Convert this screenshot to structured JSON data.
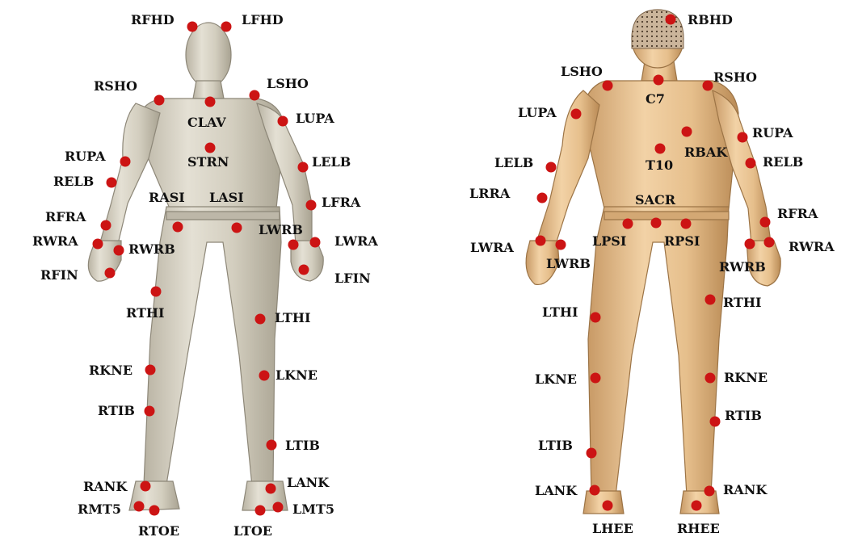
{
  "colors": {
    "background": "#ffffff",
    "marker": "#cc1414",
    "label": "#111111",
    "front_body": "#d6d1c3",
    "back_body": "#e3b985"
  },
  "figures": [
    {
      "view": "front",
      "markers": [
        {
          "label": "RFHD"
        },
        {
          "label": "LFHD"
        },
        {
          "label": "RSHO"
        },
        {
          "label": "LSHO"
        },
        {
          "label": "CLAV"
        },
        {
          "label": "LUPA"
        },
        {
          "label": "STRN"
        },
        {
          "label": "RUPA"
        },
        {
          "label": "LELB"
        },
        {
          "label": "RELB"
        },
        {
          "label": "RASI"
        },
        {
          "label": "LASI"
        },
        {
          "label": "LFRA"
        },
        {
          "label": "RFRA"
        },
        {
          "label": "LWRB"
        },
        {
          "label": "RWRA"
        },
        {
          "label": "RWRB"
        },
        {
          "label": "LWRA"
        },
        {
          "label": "RFIN"
        },
        {
          "label": "LFIN"
        },
        {
          "label": "RTHI"
        },
        {
          "label": "LTHI"
        },
        {
          "label": "RKNE"
        },
        {
          "label": "LKNE"
        },
        {
          "label": "RTIB"
        },
        {
          "label": "LTIB"
        },
        {
          "label": "RANK"
        },
        {
          "label": "LANK"
        },
        {
          "label": "RMT5"
        },
        {
          "label": "LMT5"
        },
        {
          "label": "RTOE"
        },
        {
          "label": "LTOE"
        }
      ]
    },
    {
      "view": "back",
      "markers": [
        {
          "label": "RBHD"
        },
        {
          "label": "LSHO"
        },
        {
          "label": "RSHO"
        },
        {
          "label": "C7"
        },
        {
          "label": "LUPA"
        },
        {
          "label": "RUPA"
        },
        {
          "label": "RBAK"
        },
        {
          "label": "T10"
        },
        {
          "label": "LELB"
        },
        {
          "label": "RELB"
        },
        {
          "label": "LRRA"
        },
        {
          "label": "SACR"
        },
        {
          "label": "RFRA"
        },
        {
          "label": "LWRA"
        },
        {
          "label": "LPSI"
        },
        {
          "label": "RPSI"
        },
        {
          "label": "RWRA"
        },
        {
          "label": "LWRB"
        },
        {
          "label": "RWRB"
        },
        {
          "label": "RTHI"
        },
        {
          "label": "LTHI"
        },
        {
          "label": "LKNE"
        },
        {
          "label": "RKNE"
        },
        {
          "label": "RTIB"
        },
        {
          "label": "LTIB"
        },
        {
          "label": "LANK"
        },
        {
          "label": "RANK"
        },
        {
          "label": "LHEE"
        },
        {
          "label": "RHEE"
        }
      ]
    }
  ]
}
